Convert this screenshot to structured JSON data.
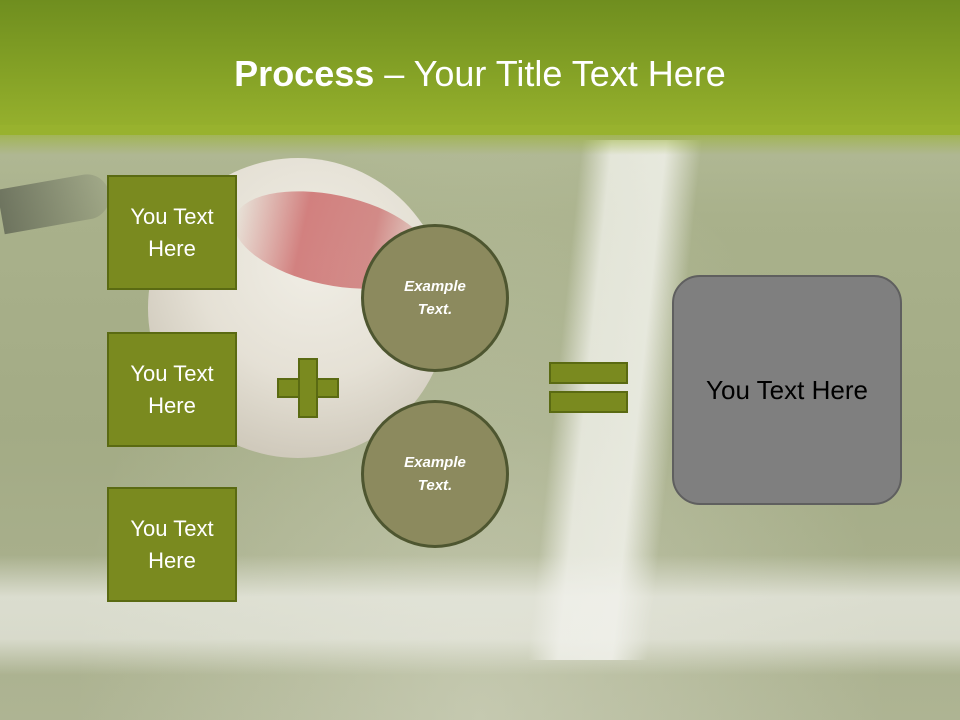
{
  "title": {
    "bold": "Process",
    "rest": " – Your Title Text Here"
  },
  "boxes": [
    {
      "label": "You Text Here"
    },
    {
      "label": "You Text Here"
    },
    {
      "label": "You Text Here"
    }
  ],
  "circles": [
    {
      "label": "Example Text."
    },
    {
      "label": "Example Text."
    }
  ],
  "result": {
    "label": "You Text Here"
  },
  "colors": {
    "header_green": "#85a226",
    "box_olive": "#7a8a1f",
    "circle_fill": "#8c8a5e",
    "result_gray": "#7f7f7f"
  },
  "icons": {
    "plus": "plus-icon",
    "equals": "equals-icon"
  }
}
